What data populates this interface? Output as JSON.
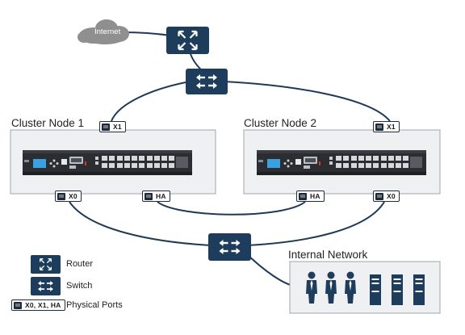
{
  "diagram": {
    "cloud": {
      "label": "Internet"
    },
    "cluster_nodes": [
      {
        "title": "Cluster Node 1",
        "ports": {
          "top": "X1",
          "bottom_left": "X0",
          "bottom_right": "HA"
        }
      },
      {
        "title": "Cluster Node 2",
        "ports": {
          "top": "X1",
          "bottom_left": "HA",
          "bottom_right": "X0"
        }
      }
    ],
    "internal_network": {
      "title": "Internal Network"
    },
    "legend": {
      "router": "Router",
      "switch": "Switch",
      "ports_sample": "X0, X1, HA",
      "ports_label": "Physical Ports"
    },
    "colors": {
      "device_icon": "#1e3d5c",
      "link_line": "#1e3a58",
      "cloud": "#8f8f8f",
      "panel_fill": "#eef0f2",
      "panel_border": "#a0a5aa",
      "appliance": "#2b2d31",
      "lcd": "#3aa0e0",
      "person": "#1e3d5c",
      "server": "#1e3d5c"
    },
    "icons": [
      "cloud-icon",
      "router-icon",
      "switch-icon",
      "firewall-appliance-icon",
      "rj45-port-icon",
      "person-icon",
      "server-icon"
    ]
  }
}
